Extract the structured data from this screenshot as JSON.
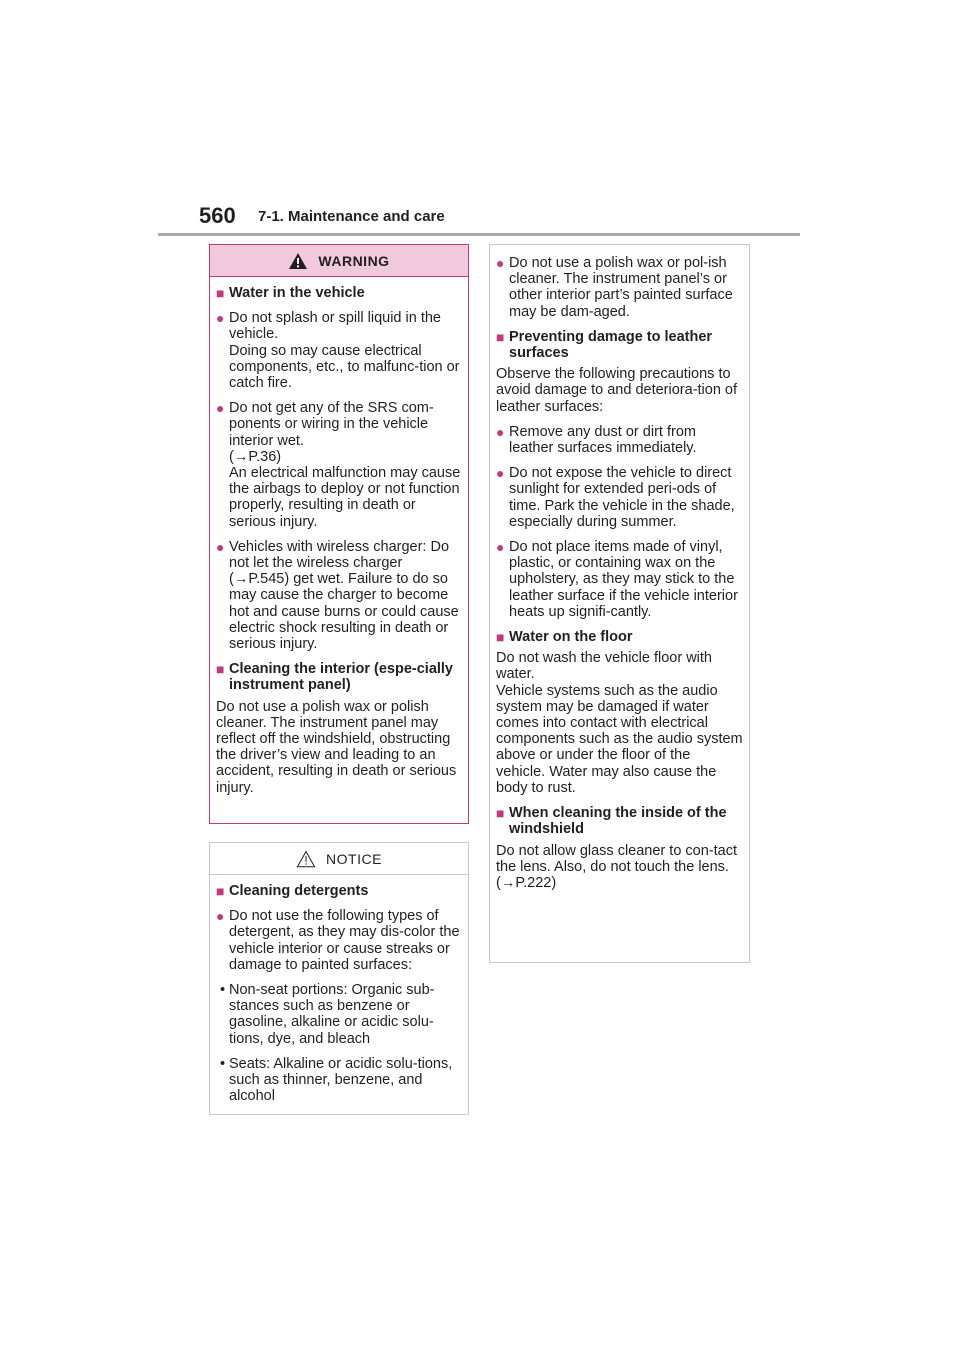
{
  "header": {
    "page_number": "560",
    "section_title": "7-1. Maintenance and care"
  },
  "warning_box": {
    "title": "WARNING",
    "water_heading": "Water in the vehicle",
    "water_items": [
      "Do not splash or spill liquid in the vehicle.\nDoing so may cause electrical components, etc., to malfunc-tion or catch fire.",
      "Do not get any of the SRS com-ponents or wiring in the vehicle interior wet.\n(→P.36)\nAn electrical malfunction may cause the airbags to deploy or not function properly, resulting in death or serious injury.",
      "Vehicles with wireless charger: Do not let the wireless charger (→P.545) get wet. Failure to do so may cause the charger to become hot and cause burns or could cause electric shock resulting in death or serious injury."
    ],
    "cleaning_heading": "Cleaning the interior (espe-cially instrument panel)",
    "cleaning_text": "Do not use a polish wax or polish cleaner. The instrument panel may reflect off the windshield, obstructing the driver’s view and leading to an accident, resulting in death or serious injury."
  },
  "notice_box": {
    "title": "NOTICE",
    "detergents_heading": "Cleaning detergents",
    "detergents_item": "Do not use the following types of detergent, as they may dis-color the vehicle interior or cause streaks or damage to painted surfaces:",
    "dash_items": [
      "Non-seat portions: Organic sub-stances such as benzene or gasoline, alkaline or acidic solu-tions, dye, and bleach",
      "Seats: Alkaline or acidic solu-tions, such as thinner, benzene, and alcohol"
    ]
  },
  "right_box": {
    "polish_item": "Do not use a polish wax or pol-ish cleaner. The instrument panel’s or other interior part’s painted surface may be dam-aged.",
    "leather_heading": "Preventing damage to leather surfaces",
    "leather_intro": "Observe the following precautions to avoid damage to and deteriora-tion of leather surfaces:",
    "leather_items": [
      "Remove any dust or dirt from leather surfaces immediately.",
      "Do not expose the vehicle to direct sunlight for extended peri-ods of time. Park the vehicle in the shade, especially during summer.",
      "Do not place items made of vinyl, plastic, or containing wax on the upholstery, as they may stick to the leather surface if the vehicle interior heats up signifi-cantly."
    ],
    "floor_heading": "Water on the floor",
    "floor_text": "Do not wash the vehicle floor with water.\nVehicle systems such as the audio system may be damaged if water comes into contact with electrical components such as the audio system above or under the floor of the vehicle. Water may also cause the body to rust.",
    "windshield_heading": "When cleaning the inside of the windshield",
    "windshield_text": "Do not allow glass cleaner to con-tact the lens. Also, do not touch the lens. (→P.222)"
  },
  "colors": {
    "accent": "#c33a7c",
    "warning_header_bg": "#f0c9dc",
    "rule": "#a7a9ac",
    "text": "#231f20"
  },
  "icons": {
    "warning": "warning-triangle-icon",
    "notice": "caution-triangle-outline-icon",
    "heading_marker": "square-bullet-icon",
    "item_marker": "round-bullet-icon"
  }
}
